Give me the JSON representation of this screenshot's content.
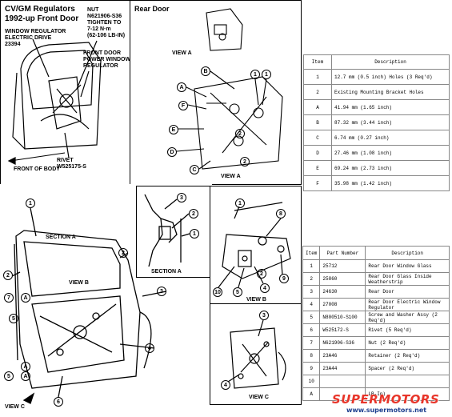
{
  "front": {
    "title_line1": "CV/GM Regulators",
    "title_line2": "1992-up Front Door",
    "label_regulator": "WINDOW REGULATOR\nELECTRIC DRIVE\n23394",
    "label_nut": "NUT\nN621906-S36\nTIGHTEN TO\n7-12 N·m\n(62-106 LB-IN)",
    "label_front_door": "FRONT DOOR\nPOWER WINDOW\nREGULATOR",
    "label_rivet": "RIVET\nW525175-S",
    "label_front_body": "FRONT OF BODY"
  },
  "rear_door": {
    "title": "Rear Door",
    "view_a_top": "VIEW A",
    "view_a_bottom": "VIEW A",
    "letters": [
      "A",
      "B",
      "F",
      "E",
      "D",
      "C"
    ],
    "numbers": [
      "1",
      "1",
      "2",
      "2"
    ]
  },
  "dimensions_table": {
    "headers": [
      "Item",
      "Description"
    ],
    "rows": [
      [
        "1",
        "12.7 mm (0.5 inch) Holes (3 Req'd)"
      ],
      [
        "2",
        "Existing Mounting Bracket Holes"
      ],
      [
        "A",
        "41.94 mm (1.65 inch)"
      ],
      [
        "B",
        "87.32 mm (3.44 inch)"
      ],
      [
        "C",
        "6.74 mm (0.27 inch)"
      ],
      [
        "D",
        "27.46 mm (1.08 inch)"
      ],
      [
        "E",
        "69.24 mm (2.73 inch)"
      ],
      [
        "F",
        "35.98 mm (1.42 inch)"
      ]
    ]
  },
  "assembly": {
    "section_a": "SECTION A",
    "view_b": "VIEW B",
    "view_c": "VIEW C",
    "callouts": [
      "1",
      "2",
      "3",
      "4",
      "5",
      "6",
      "7",
      "5",
      "A",
      "A",
      "A"
    ]
  },
  "section_a_panel": {
    "title": "SECTION A",
    "numbers": [
      "3",
      "2",
      "1"
    ]
  },
  "view_b_panel": {
    "title": "VIEW B",
    "numbers": [
      "1",
      "8",
      "9",
      "10",
      "5",
      "4",
      "2"
    ]
  },
  "view_c_panel": {
    "title": "VIEW C",
    "numbers": [
      "3",
      "4"
    ]
  },
  "parts_table": {
    "headers": [
      "Item",
      "Part Number",
      "Description"
    ],
    "rows": [
      [
        "1",
        "25712",
        "Rear Door Window Glass"
      ],
      [
        "2",
        "25860",
        "Rear Door Glass Inside Weatherstrip"
      ],
      [
        "3",
        "24630",
        "Rear Door"
      ],
      [
        "4",
        "27008",
        "Rear Door Electric Window Regulator"
      ],
      [
        "5",
        "N800510-S100",
        "Screw and Washer Assy (2 Req'd)"
      ],
      [
        "6",
        "W525172-S",
        "Rivet (5 Req'd)"
      ],
      [
        "7",
        "N621906-S36",
        "Nut (2 Req'd)"
      ],
      [
        "8",
        "23A46",
        "Retainer (2 Req'd)"
      ],
      [
        "9",
        "23A44",
        "Spacer (2 Req'd)"
      ],
      [
        "10",
        "",
        ""
      ],
      [
        "A",
        "",
        "LB-In)"
      ]
    ]
  },
  "watermark": {
    "brand": "SUPERMOTORS",
    "url": "www.supermotors.net"
  }
}
